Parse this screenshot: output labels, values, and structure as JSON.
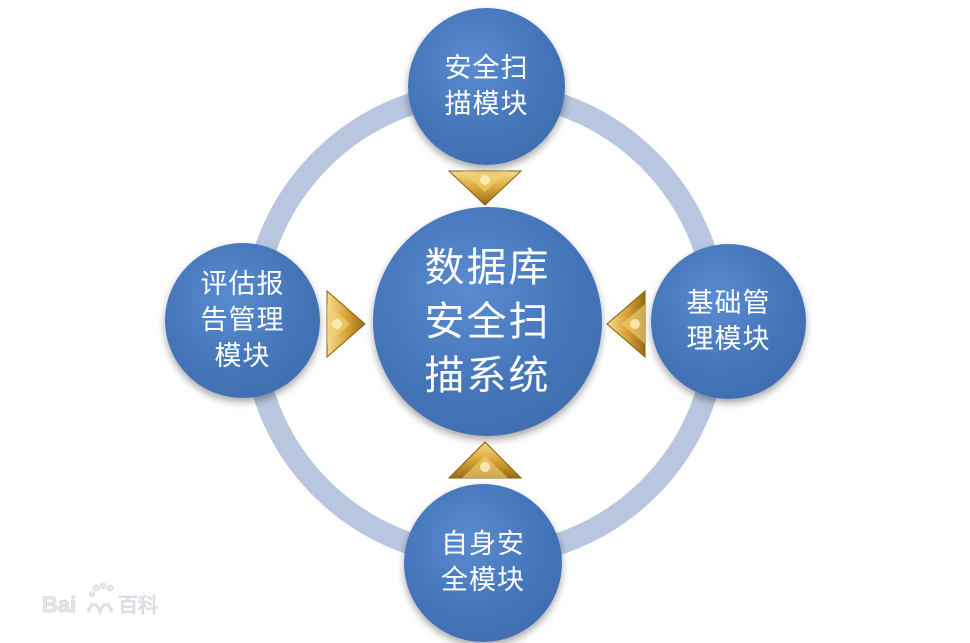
{
  "diagram": {
    "center": {
      "label": "数据库\n安全扫\n描系统"
    },
    "top": {
      "label": "安全扫\n描模块"
    },
    "left": {
      "label": "评估报\n告管理\n模块"
    },
    "right": {
      "label": "基础管\n理模块"
    },
    "bottom": {
      "label": "自身安\n全模块"
    }
  },
  "colors": {
    "ring": "#b8c6e0",
    "node": "#4a7bbf",
    "arrow": "#c99a2e",
    "text": "#ffffff"
  },
  "watermark": {
    "logo": "baidu-baike-logo",
    "text": "Bai百科"
  }
}
